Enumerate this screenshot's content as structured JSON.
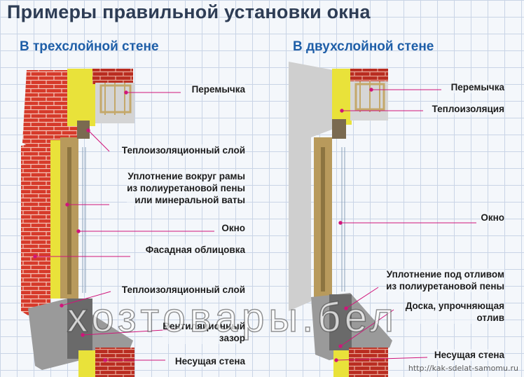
{
  "title": "Примеры правильной установки окна",
  "left": {
    "heading": "В трехслойной стене",
    "labels": {
      "lintel": "Перемычка",
      "insulation_top": "Теплоизоляционный слой",
      "seal": "Уплотнение вокруг рамы\nиз полиуретановой пены\nили минеральной ваты",
      "window": "Окно",
      "facade": "Фасадная облицовка",
      "insulation_bottom": "Теплоизоляционный слой",
      "vent_gap": "Вентиляционный\nзазор",
      "bearing_wall": "Несущая стена"
    }
  },
  "right": {
    "heading": "В двухслойной стене",
    "labels": {
      "lintel": "Перемычка",
      "insulation": "Теплоизоляция",
      "window": "Окно",
      "sill_seal": "Уплотнение под отливом\nиз полиуретановой пены",
      "board": "Доска, упрочняющая\nотлив",
      "bearing_wall": "Несущая стена"
    }
  },
  "watermark": "хозтовары.бел",
  "site": "http://kak-sdelat-samomu.ru",
  "colors": {
    "title": "#2e3d55",
    "heading": "#1f5fa8",
    "brick": "#d63a2a",
    "insulation": "#e9e23a",
    "concrete": "#cfcfcf",
    "frame": "#b89a5c",
    "leader": "#d0157a"
  }
}
